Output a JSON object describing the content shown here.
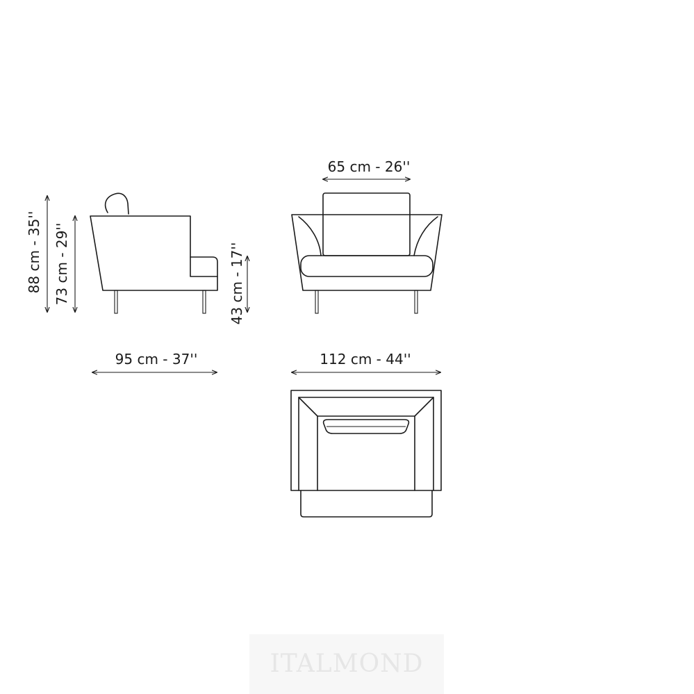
{
  "dimensions": {
    "height_total": "88 cm - 35''",
    "height_arm": "73 cm - 29''",
    "height_seat": "43 cm - 17''",
    "depth": "95 cm - 37''",
    "seat_width": "65 cm - 26''",
    "width_total": "112 cm - 44''"
  },
  "watermark": "ITALMOND",
  "colors": {
    "line": "#1a1a1a",
    "background": "#ffffff"
  }
}
